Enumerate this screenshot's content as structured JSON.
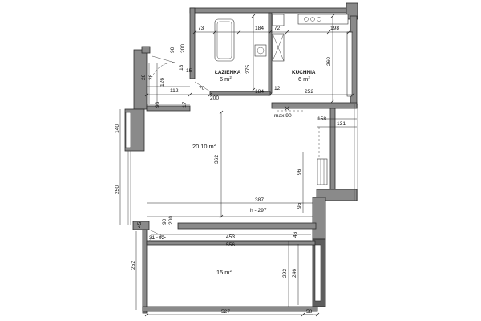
{
  "rooms": {
    "bathroom": {
      "name": "ŁAZIENKA",
      "area": "6 m",
      "unit_sup": "2"
    },
    "kitchen": {
      "name": "KUCHNIA",
      "area": "6 m",
      "unit_sup": "2"
    },
    "living": {
      "area": "20,10 m",
      "unit_sup": "2"
    },
    "balcony": {
      "area": "15 m",
      "unit_sup": "2"
    }
  },
  "dimensions": {
    "d73": "73",
    "d184_top": "184",
    "d72": "72",
    "d198": "198",
    "d90_top": "90",
    "d200_top": "200",
    "d15": "15",
    "d18": "18",
    "d275": "275",
    "d260": "260",
    "d70": "70",
    "d12": "12",
    "d28a": "28",
    "d28b": "28",
    "d126": "126",
    "d112": "112",
    "d200_mid": "200",
    "d184_mid": "184",
    "d252": "252",
    "d98": "98",
    "d17": "17",
    "max90": "max 90",
    "d158": "158",
    "d131": "131",
    "d140": "140",
    "d362": "362",
    "d96": "96",
    "d387": "387",
    "d95": "95",
    "h297": "h - 297",
    "d250": "250",
    "d45": "45",
    "d90_bot": "90",
    "d200_bot": "200",
    "d453": "453",
    "d46": "46",
    "d31": "31",
    "d92": "92",
    "d556": "556",
    "d252_left": "252",
    "d292": "292",
    "d246": "246",
    "d527": "527",
    "d58": "58"
  }
}
